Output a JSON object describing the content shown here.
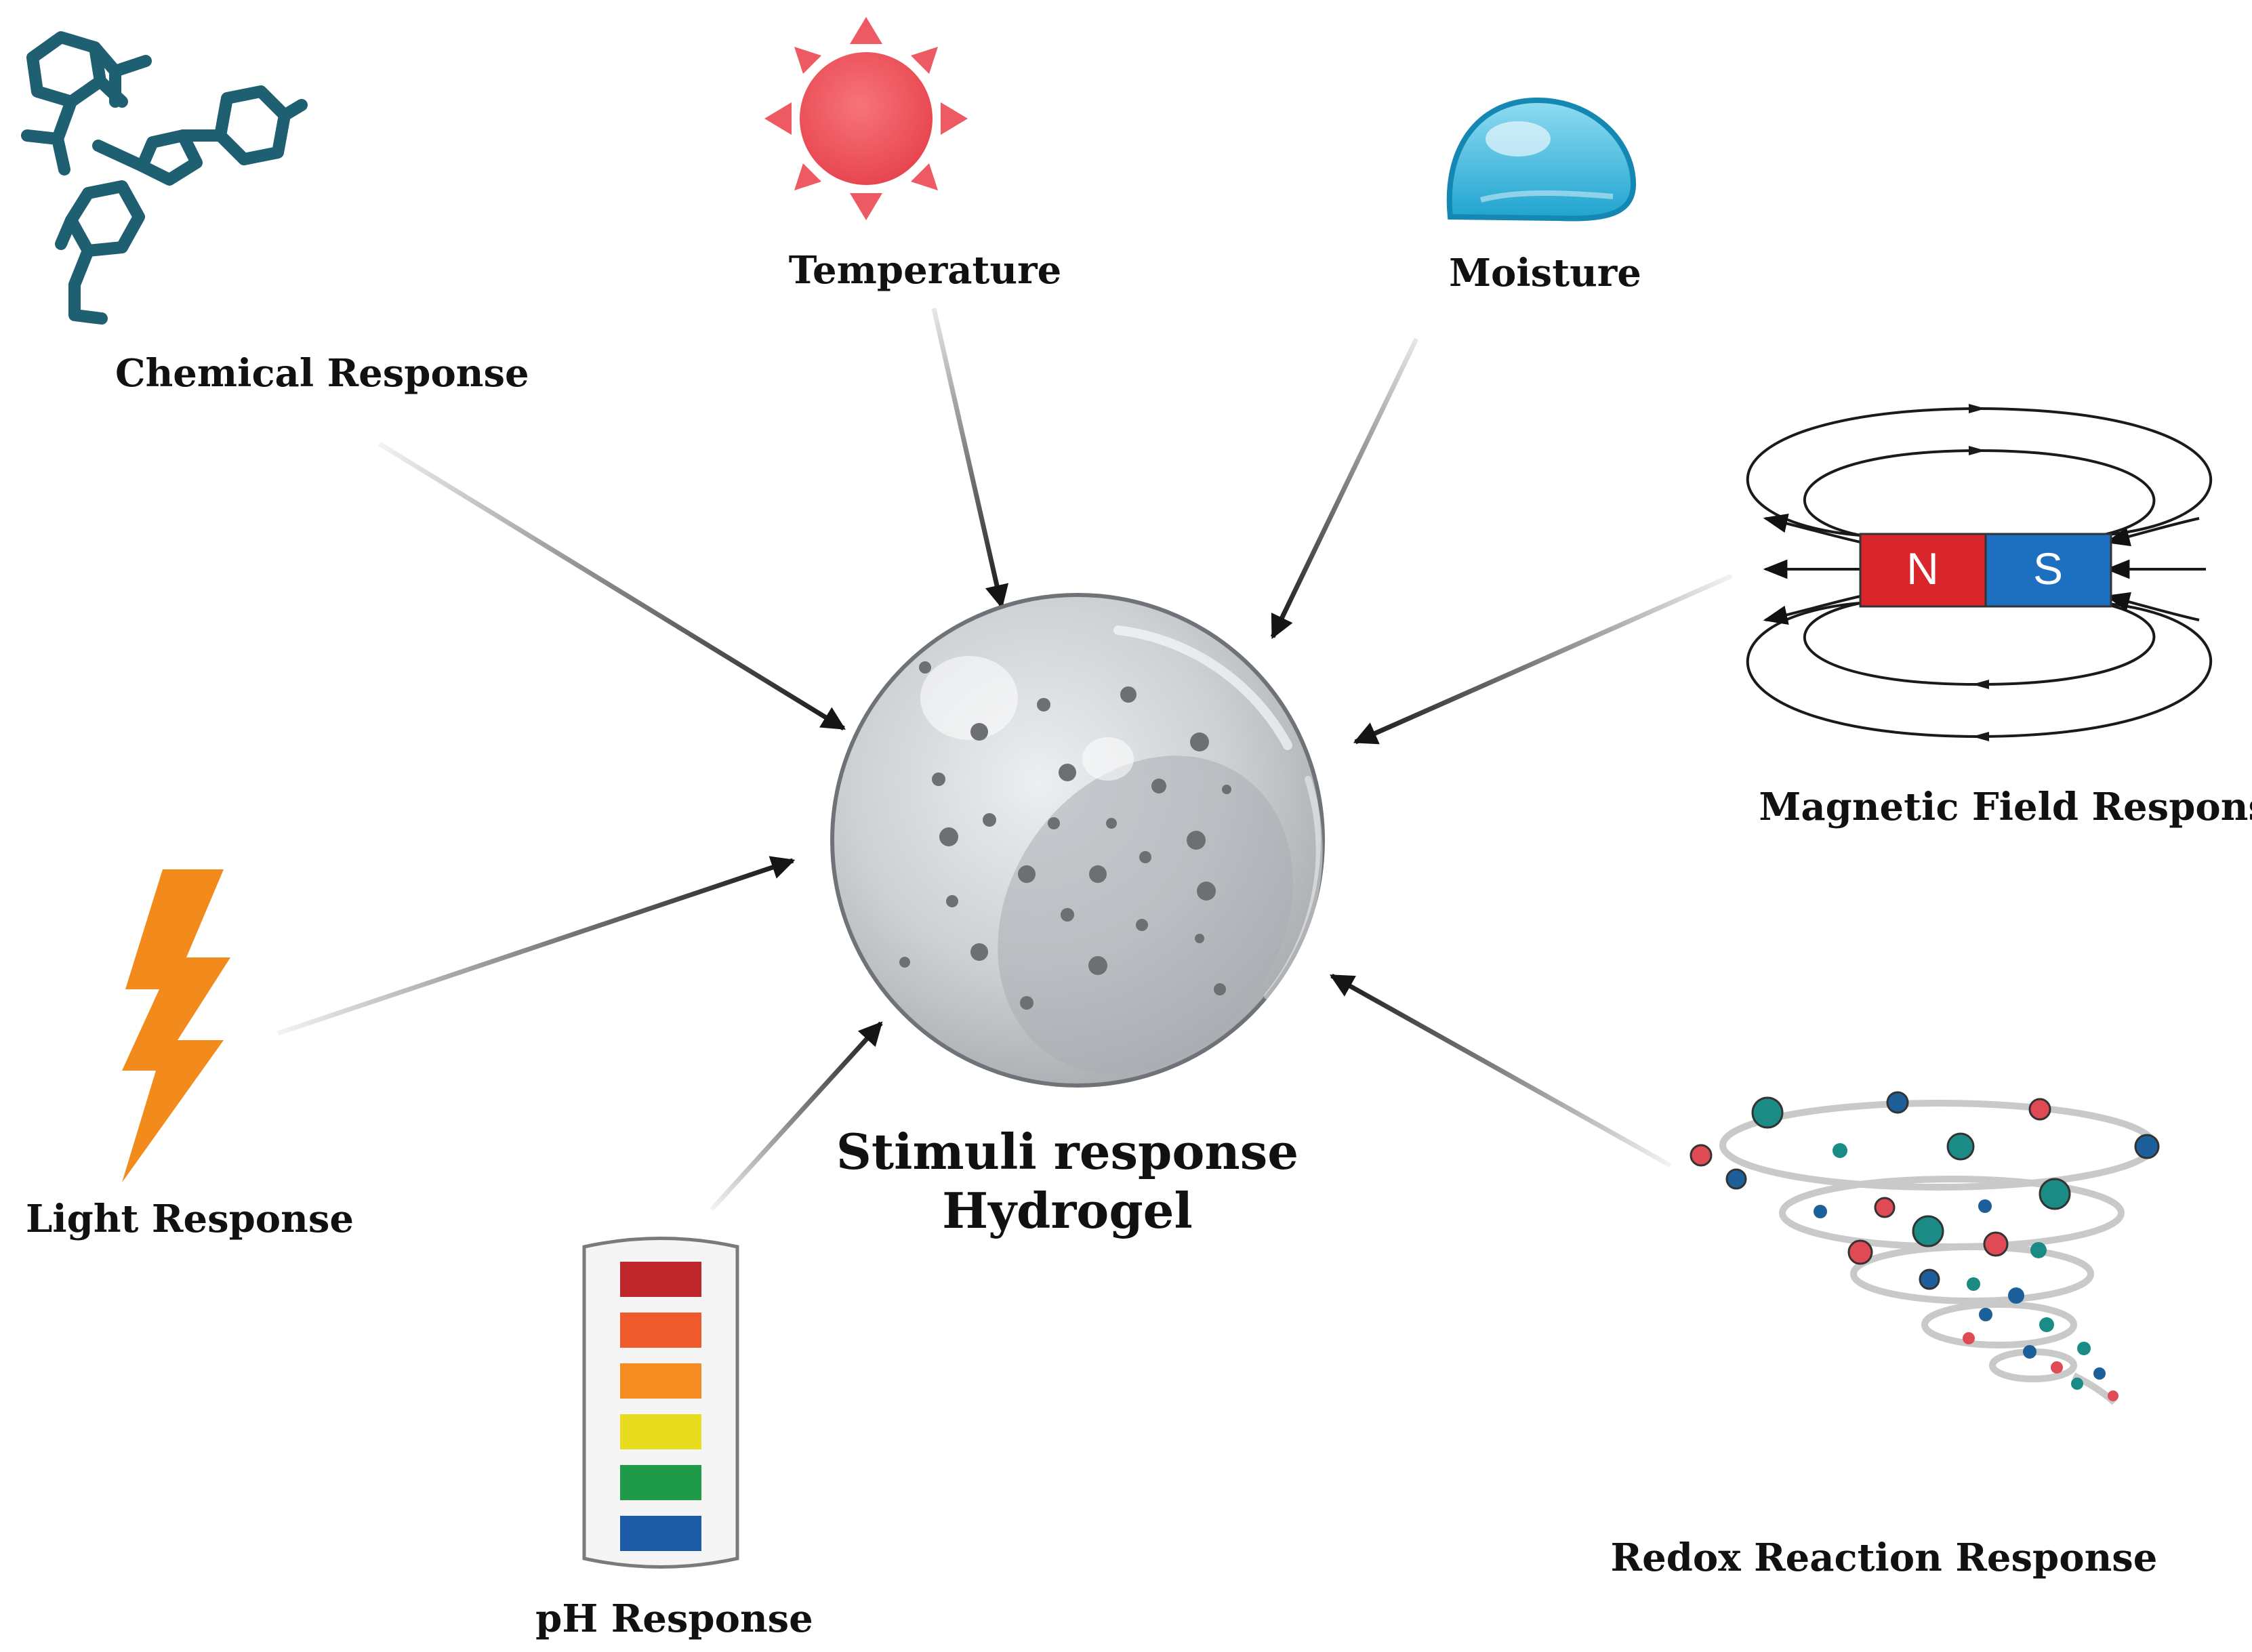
{
  "center": {
    "line1": "Stimuli response",
    "line2": "Hydrogel"
  },
  "stimuli": {
    "chemical": "Chemical Response",
    "temperature": "Temperature",
    "moisture": "Moisture",
    "magnetic": "Magnetic Field Response",
    "light": "Light Response",
    "ph": "pH Response",
    "redox": "Redox Reaction Response"
  },
  "magnet": {
    "north": "N",
    "south": "S"
  },
  "icons": {
    "chemical": "molecule-icon",
    "temperature": "sun-icon",
    "moisture": "water-drop-icon",
    "magnetic": "bar-magnet-icon",
    "light": "lightning-bolt-icon",
    "ph": "ph-strip-icon",
    "redox": "redox-vortex-icon",
    "center": "hydrogel-sphere"
  },
  "colors": {
    "molecule": "#1f5f72",
    "sun": "#ee5a63",
    "drop": "#35b7dd",
    "magnet_north": "#d8262b",
    "magnet_south": "#1d6fc0",
    "bolt": "#f28a1c",
    "sphere": "#c8cacd",
    "ph_strip": [
      "#c0272d",
      "#ef5a2d",
      "#f68b22",
      "#e8dc1f",
      "#1e9a48",
      "#1c5ba6"
    ],
    "redox_teal": "#1a8c85",
    "redox_blue": "#1d5f99",
    "redox_red": "#e04a55"
  }
}
